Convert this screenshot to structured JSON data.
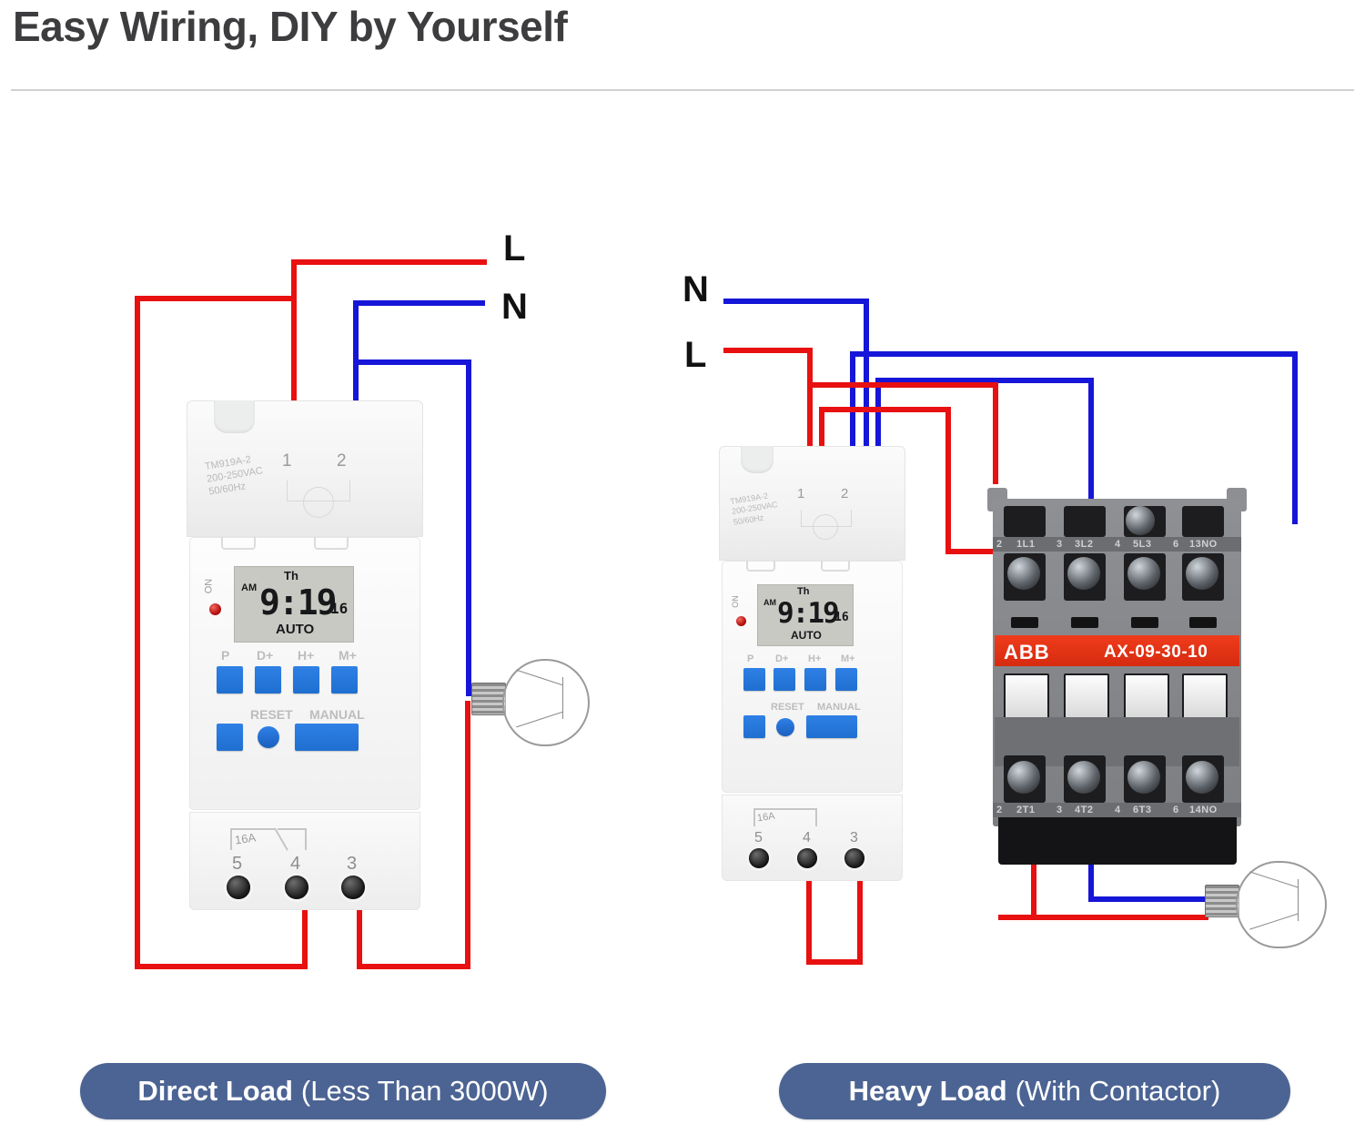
{
  "header": {
    "title": "Easy Wiring, DIY by Yourself"
  },
  "left_diagram": {
    "caption_bold": "Direct Load",
    "caption_normal": "(Less Than 3000W)",
    "mains": {
      "line_label": "L",
      "neutral_label": "N"
    },
    "timer": {
      "model": "TM919A-2",
      "voltage": "200-250VAC",
      "frequency": "50/60Hz",
      "top_terminals": [
        "1",
        "2"
      ],
      "bottom_terminals": [
        "5",
        "4",
        "3"
      ],
      "contact_rating": "16A",
      "led_label": "ON",
      "lcd": {
        "am_pm": "AM",
        "weekday": "Th",
        "time": "9:19",
        "seconds": "16",
        "mode": "AUTO"
      },
      "buttons_row1": [
        "P",
        "D+",
        "H+",
        "M+"
      ],
      "buttons_row2": [
        "RESET",
        "MANUAL"
      ]
    },
    "load": "light-bulb"
  },
  "right_diagram": {
    "caption_bold": "Heavy Load",
    "caption_normal": "(With Contactor)",
    "mains": {
      "neutral_label": "N",
      "line_label": "L"
    },
    "timer": {
      "model": "TM919A-2",
      "voltage": "200-250VAC",
      "frequency": "50/60Hz",
      "top_terminals": [
        "1",
        "2"
      ],
      "bottom_terminals": [
        "5",
        "4",
        "3"
      ],
      "contact_rating": "16A",
      "led_label": "ON",
      "lcd": {
        "am_pm": "AM",
        "weekday": "Th",
        "time": "9:19",
        "seconds": "16",
        "mode": "AUTO"
      },
      "buttons_row1": [
        "P",
        "D+",
        "H+",
        "M+"
      ],
      "buttons_row2": [
        "RESET",
        "MANUAL"
      ]
    },
    "contactor": {
      "brand": "ABB",
      "model": "AX-09-30-10",
      "top_terminal_numbers": [
        "2",
        "3",
        "4",
        "6"
      ],
      "top_terminal_labels": [
        "1L1",
        "3L2",
        "5L3",
        "13NO"
      ],
      "bottom_terminal_numbers": [
        "2",
        "3",
        "4",
        "6"
      ],
      "bottom_terminal_labels": [
        "2T1",
        "4T2",
        "6T3",
        "14NO"
      ]
    },
    "load": "light-bulb"
  },
  "colors": {
    "wire_live": "#e81010",
    "wire_neutral": "#1616d8",
    "pill_background": "#4c6493",
    "brand_red": "#ef3c1c",
    "title_gray": "#3d3d3f"
  }
}
